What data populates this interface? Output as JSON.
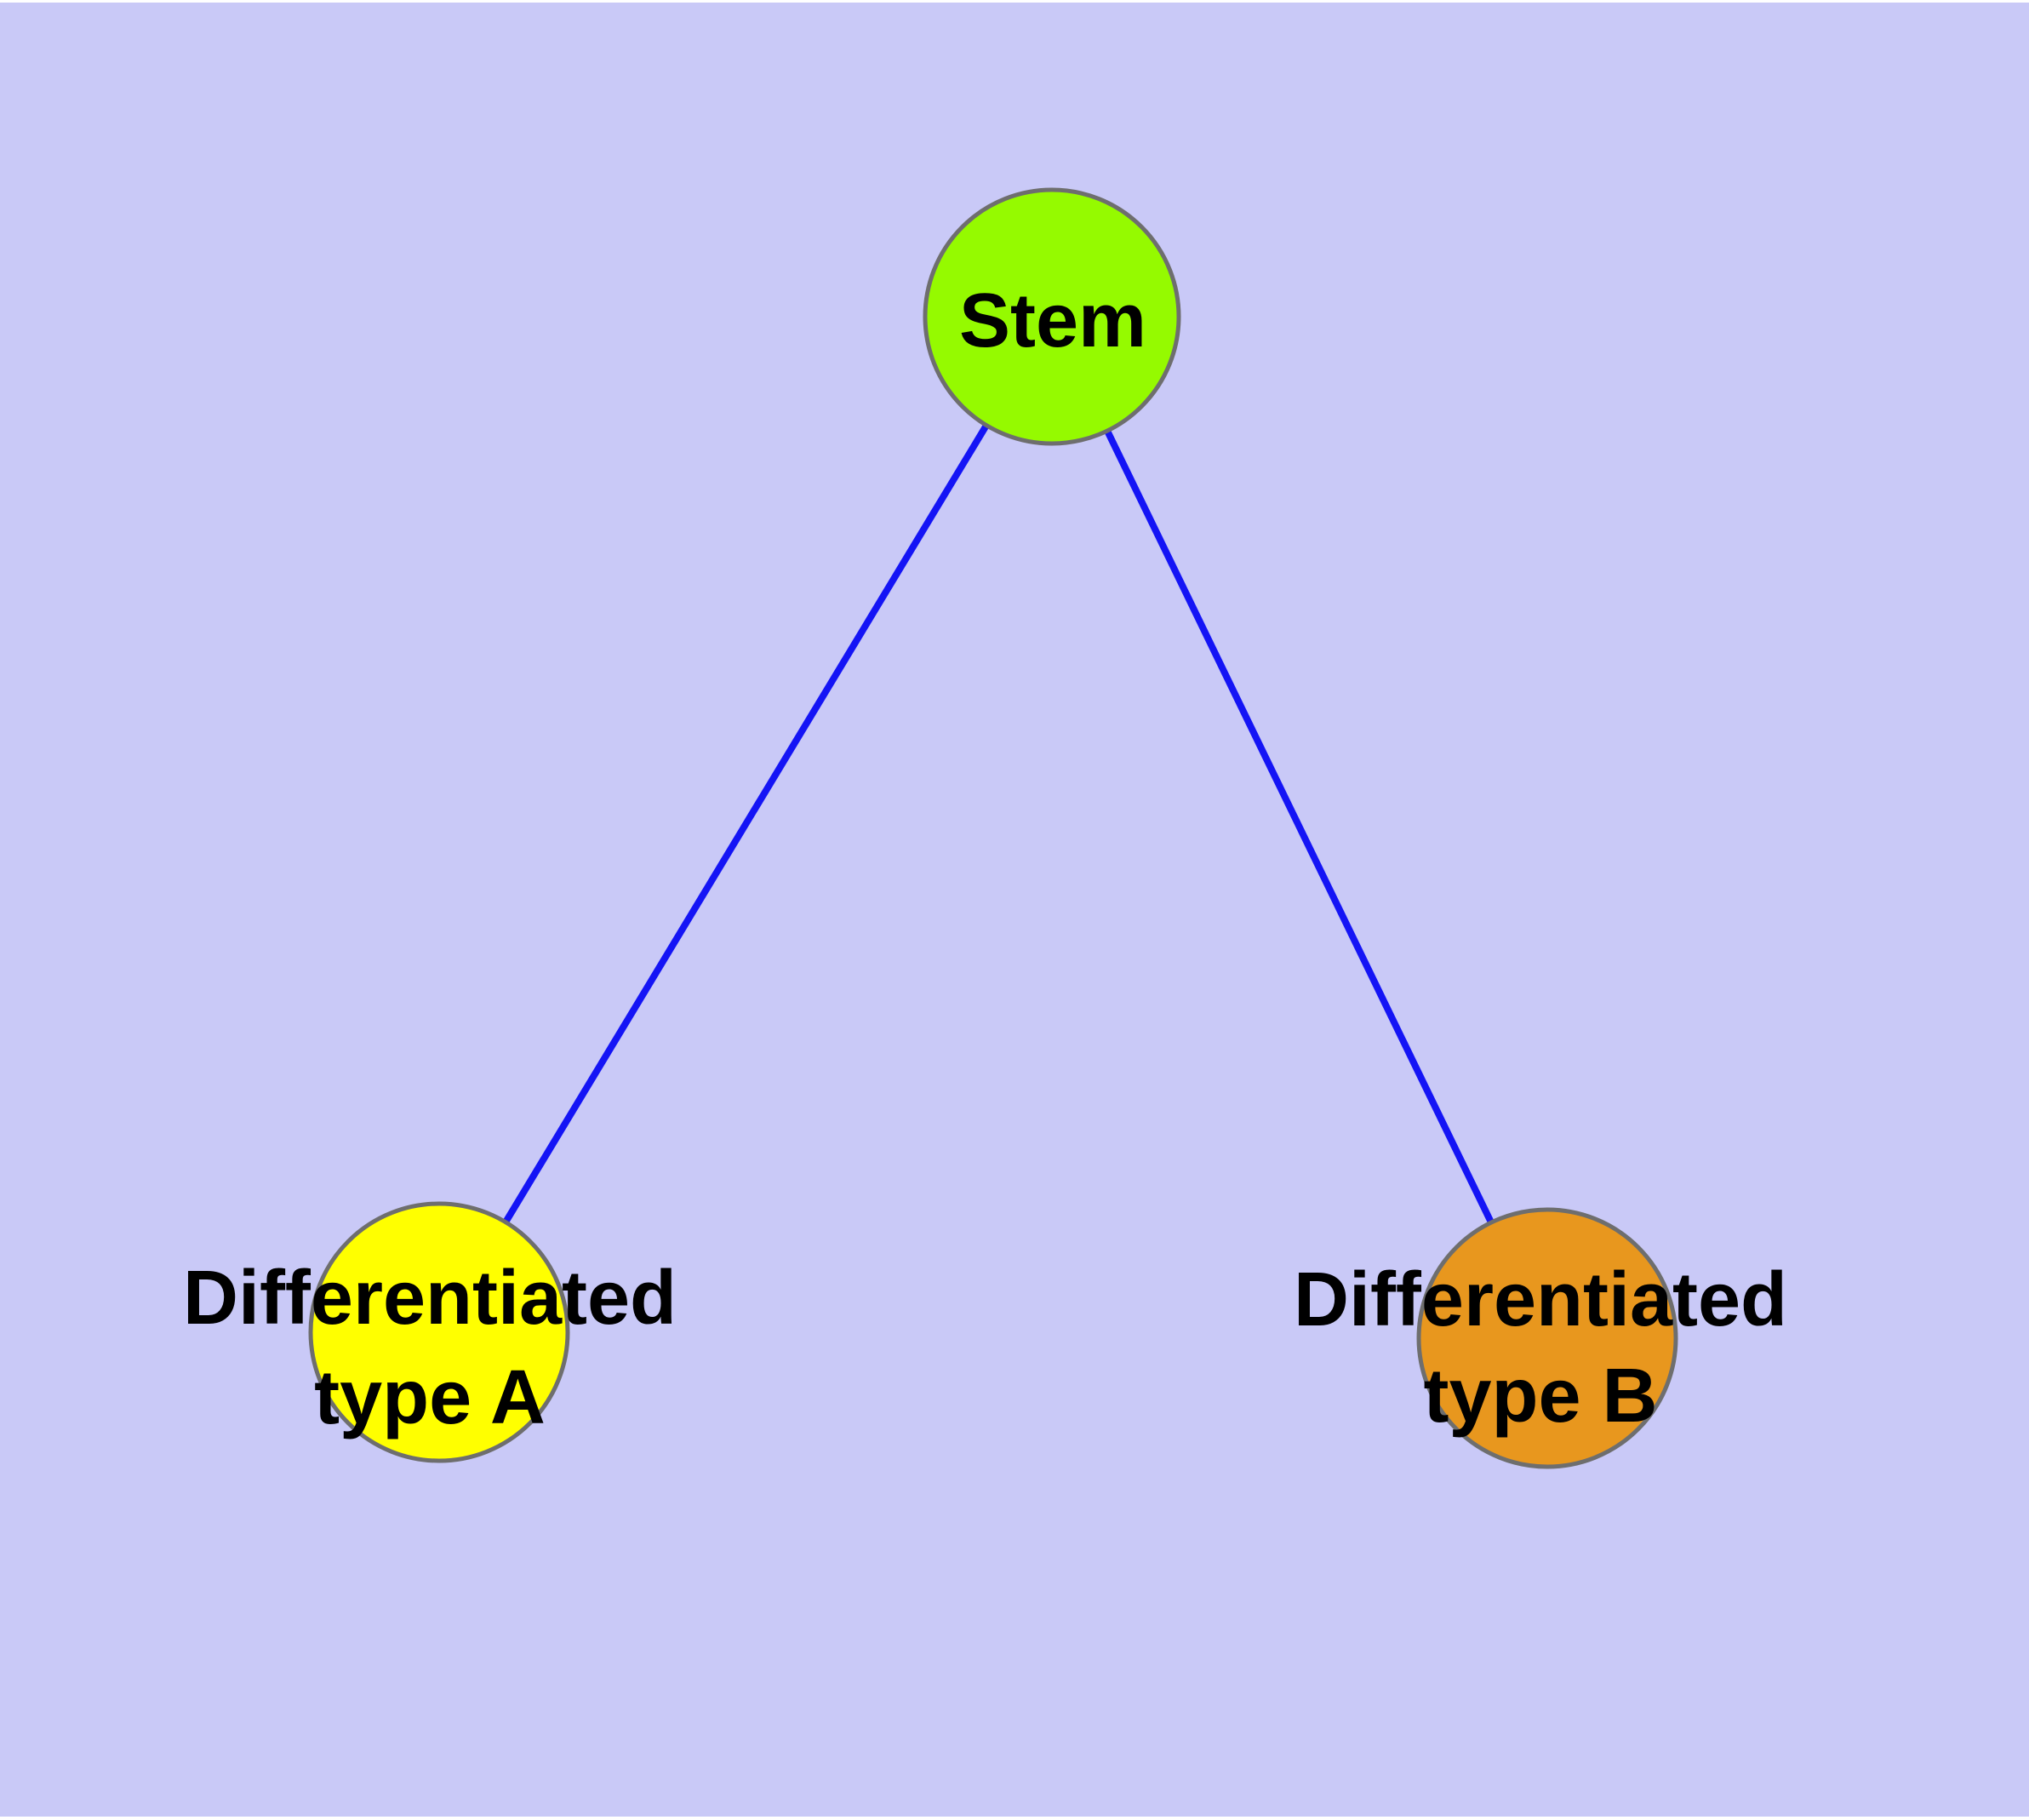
{
  "colors": {
    "page_margin": "#FFFFFF",
    "background": "#C9C9F7",
    "edge": "#1414F5",
    "node_border": "#6E6E6E",
    "label": "#000000"
  },
  "graph": {
    "nodes": [
      {
        "id": "stem",
        "label": "Stem",
        "fill": "#95FA00"
      },
      {
        "id": "differentiated-type-a",
        "label_line1": "Differentiated",
        "label_line2": "type A",
        "fill": "#FFFF00"
      },
      {
        "id": "differentiated-type-b",
        "label_line1": "Differentiated",
        "label_line2": "type B",
        "fill": "#E8971E"
      }
    ],
    "edges": [
      {
        "from": "Stem",
        "to": "Differentiated type A"
      },
      {
        "from": "Stem",
        "to": "Differentiated type B"
      }
    ]
  }
}
